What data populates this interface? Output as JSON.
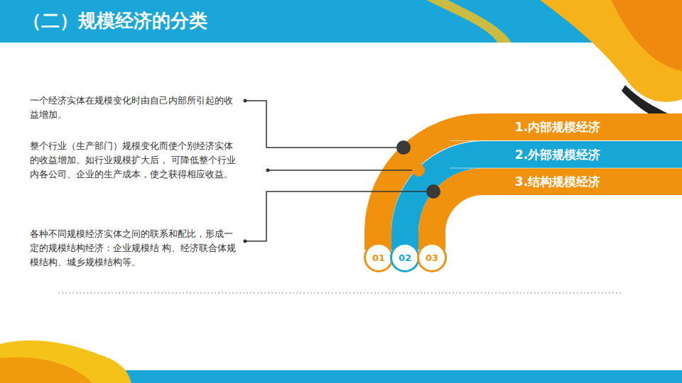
{
  "diagram": {
    "title": "（二）规模经济的分类",
    "nodes": [
      {
        "text": [
          "1.内部规模经济"
        ]
      },
      {
        "text": [
          "2.外部规模经济"
        ]
      },
      {
        "text": [
          "3.结构规模经济"
        ]
      },
      {
        "text": [
          "01"
        ]
      },
      {
        "text": [
          "02"
        ]
      },
      {
        "text": [
          "03"
        ]
      }
    ],
    "edges": [],
    "labels": [
      "一个经济实体在规模变化时由自己内部所引起的收益增加。",
      "整个行业（生产部门）规模变化而使个别经济实体的收益增加。如行业规模扩大后， 可降低整个行业内各公司、企业的生产成本，使之获得相应收益。",
      "各种不同规模经济实体之间的联系和配比，形成一定的规模结构经济：企业规模结 构、经济联合体规模结构、城乡规模结构等。"
    ]
  }
}
